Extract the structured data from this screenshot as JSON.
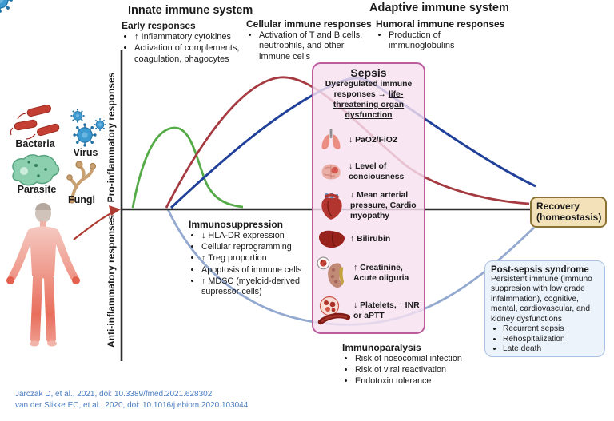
{
  "figure": {
    "innate_header": "Innate immune system",
    "adaptive_header": "Adaptive immune system"
  },
  "top_sections": {
    "early": {
      "title": "Early responses",
      "bullets": [
        "↑ Inflammatory cytokines",
        "Activation of complements, coagulation, phagocytes"
      ]
    },
    "cellular": {
      "title": "Cellular immune responses",
      "bullets": [
        "Activation of T and B cells, neutrophils, and other immune cells"
      ]
    },
    "humoral": {
      "title": "Humoral immune responses",
      "bullets": [
        "Production of immunoglobulins"
      ]
    }
  },
  "pathogens": {
    "bacteria": "Bacteria",
    "virus": "Virus",
    "parasite": "Parasite",
    "fungi": "Fungi"
  },
  "axis": {
    "pro": "Pro-inflammatory responses",
    "anti": "Anti-inflammatory responses"
  },
  "sepsis": {
    "title": "Sepsis",
    "subtitle_prefix": "Dysregulated immune responses → ",
    "subtitle_underlined": "life-threatening organ dysfunction",
    "items": [
      {
        "icon": "lungs-icon",
        "text": "↓ PaO2/FiO2"
      },
      {
        "icon": "brain-icon",
        "text": "↓ Level of conciousness"
      },
      {
        "icon": "heart-icon",
        "text": "↓ Mean arterial pressure, Cardio myopathy"
      },
      {
        "icon": "liver-icon",
        "text": "↑ Bilirubin"
      },
      {
        "icon": "kidney-icon",
        "text": "↑ Creatinine, Acute oliguria"
      },
      {
        "icon": "platelets-icon",
        "text": "↓ Platelets, ↑ INR or aPTT"
      }
    ]
  },
  "immunosuppression": {
    "title": "Immunosuppression",
    "bullets": [
      "↓ HLA-DR expression",
      "Cellular reprogramming",
      "↑ Treg proportion",
      "Apoptosis of immune cells",
      "↑ MDSC (myeloid-derived supressor cells)"
    ]
  },
  "immunoparalysis": {
    "title": "Immunoparalysis",
    "bullets": [
      "Risk of nosocomial infection",
      "Risk of viral reactivation",
      "Endotoxin tolerance"
    ]
  },
  "recovery": {
    "line1": "Recovery",
    "line2": "(homeostasis)"
  },
  "post_sepsis": {
    "title": "Post-sepsis syndrome",
    "body": "Persistent immune (immuno suppresion with low grade infalmmation), cognitive, mental, cardiovascular, and kidney dysfunctions",
    "bullets": [
      "Recurrent sepsis",
      "Rehospitalization",
      "Late death"
    ]
  },
  "citations": [
    "Jarczak D, et al., 2021, doi: 10.3389/fmed.2021.628302",
    "van der Slikke EC, et al., 2020, doi: 10.1016/j.ebiom.2020.103044"
  ],
  "curves": [
    {
      "id": "green-curve",
      "meaning": "innate early response",
      "color": "#55ab47"
    },
    {
      "id": "red-curve",
      "meaning": "pro-inflammatory response",
      "color": "#a53a40"
    },
    {
      "id": "dark-blue-curve",
      "meaning": "adaptive response",
      "color": "#20409a"
    },
    {
      "id": "light-blue-curve",
      "meaning": "anti-inflammatory response",
      "color": "#93a9cf"
    }
  ],
  "colors": {
    "sepsis_fill": "#f7e0ef",
    "sepsis_border": "#bb5d9d",
    "recovery_fill": "#f3e2b9",
    "recovery_border": "#8a7134",
    "post_sepsis_fill": "#ecf3fb",
    "post_sepsis_border": "#a9c2e1",
    "citation": "#4a7cc0",
    "axis": "#2d2d2d"
  }
}
